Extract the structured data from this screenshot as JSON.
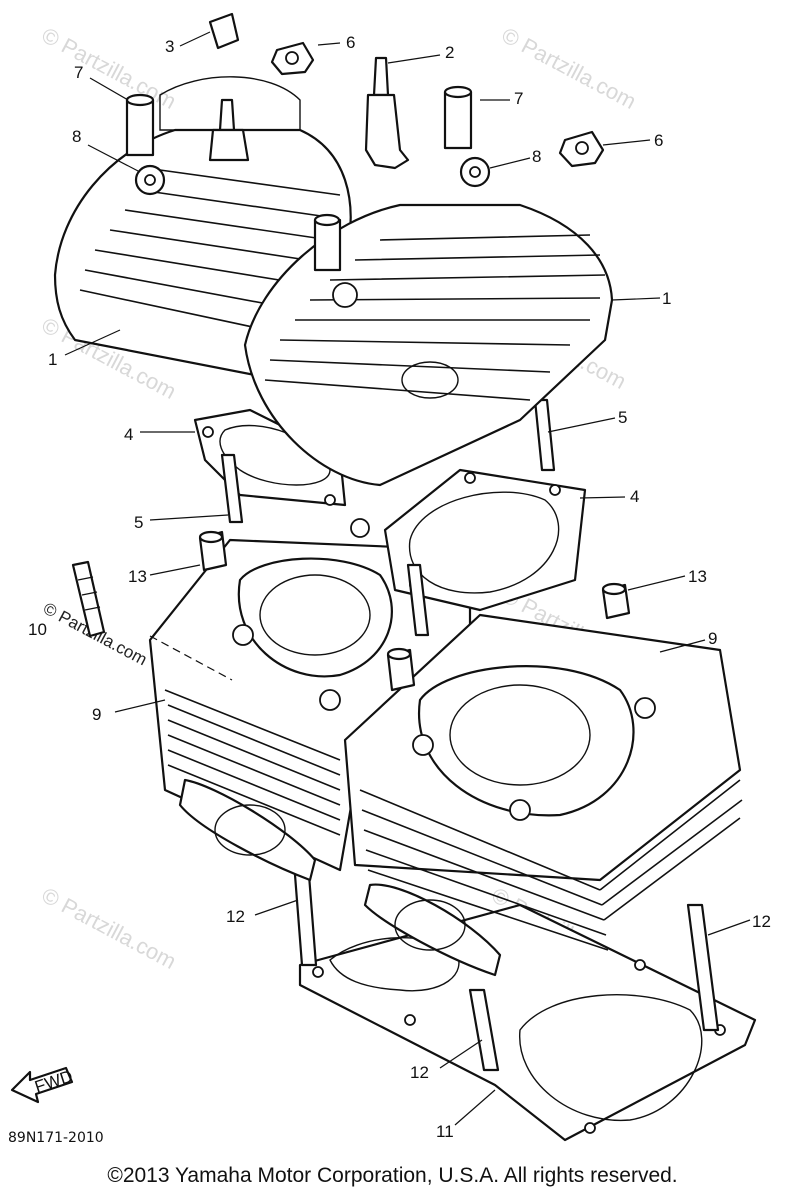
{
  "diagram": {
    "code": "89N171-2010",
    "copyright": "©2013 Yamaha Motor Corporation, U.S.A. All rights reserved.",
    "fwd_label": "FWD",
    "watermark": "© Partzilla.com",
    "callouts": {
      "c1": "1",
      "c2": "2",
      "c3": "3",
      "c4": "4",
      "c5": "5",
      "c6": "6",
      "c7": "7",
      "c8": "8",
      "c9": "9",
      "c10": "10",
      "c11": "11",
      "c12": "12",
      "c13": "13"
    }
  }
}
